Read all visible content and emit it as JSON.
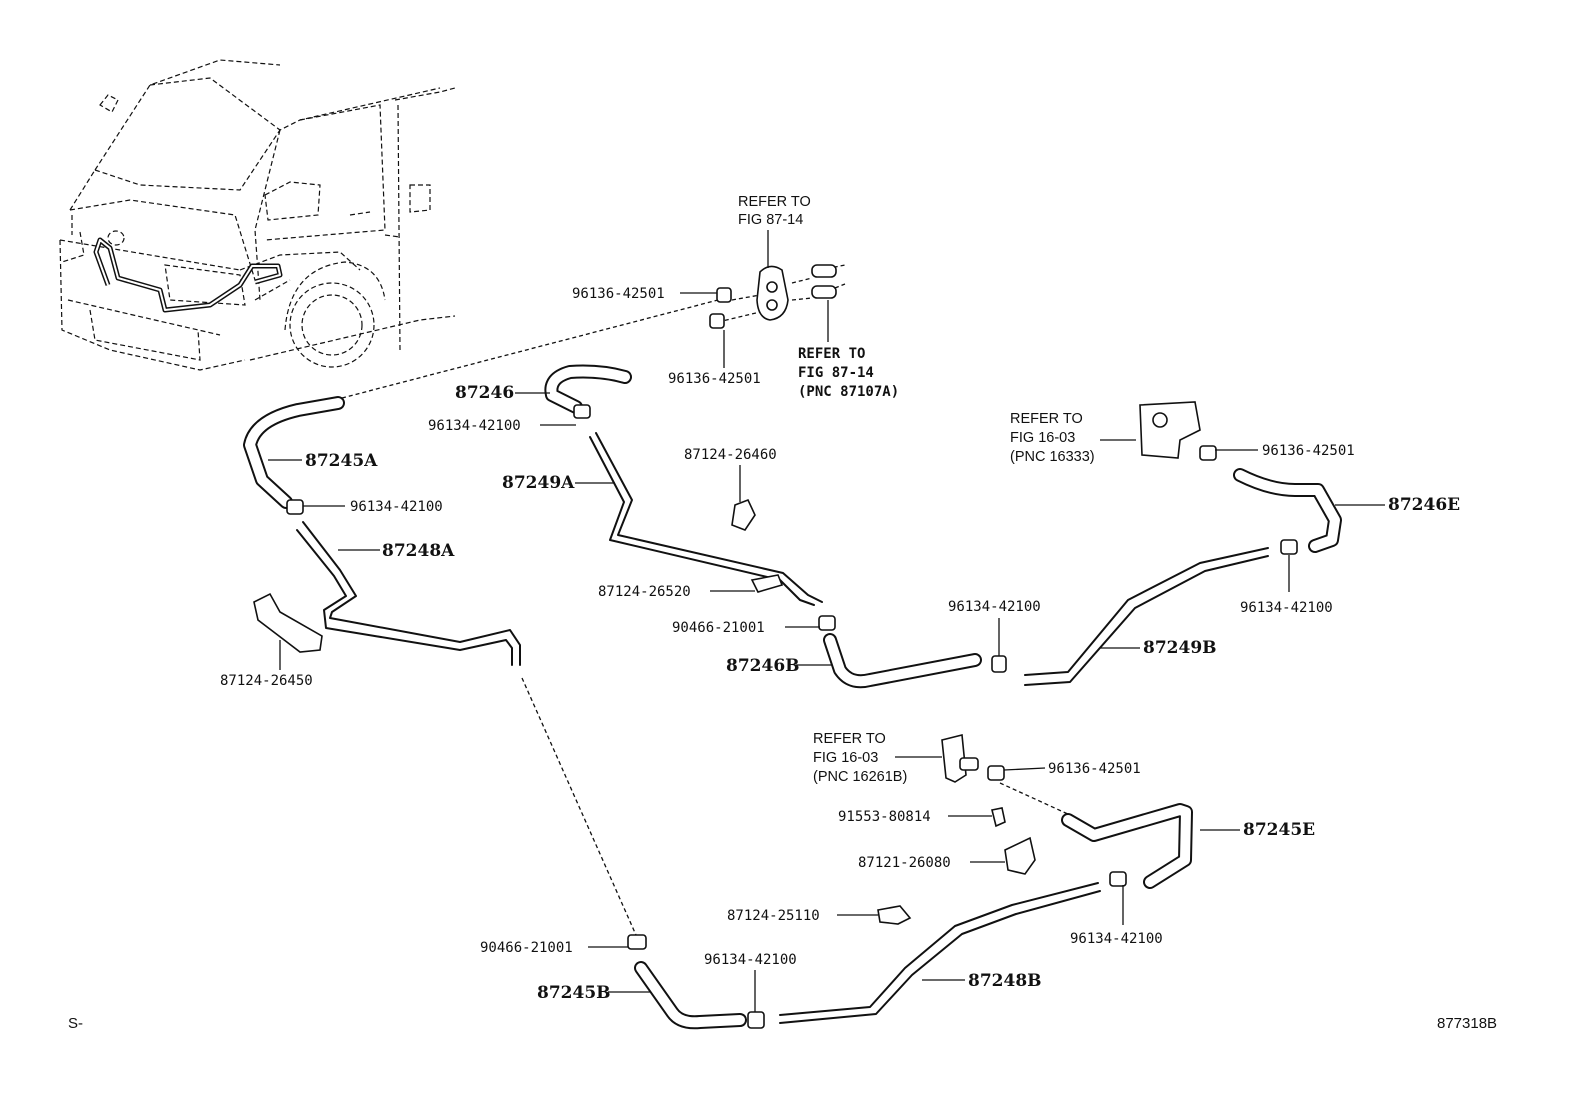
{
  "parts": {
    "p_96136_42501_a": "96136-42501",
    "p_96136_42501_b": "96136-42501",
    "p_96136_42501_c": "96136-42501",
    "p_96136_42501_d": "96136-42501",
    "p_87246": "87246",
    "p_96134_42100_a": "96134-42100",
    "p_96134_42100_b": "96134-42100",
    "p_96134_42100_c": "96134-42100",
    "p_96134_42100_d": "96134-42100",
    "p_96134_42100_e": "96134-42100",
    "p_96134_42100_f": "96134-42100",
    "p_87245A": "87245A",
    "p_87249A": "87249A",
    "p_87248A": "87248A",
    "p_87124_26460": "87124-26460",
    "p_87124_26520": "87124-26520",
    "p_90466_21001_a": "90466-21001",
    "p_90466_21001_b": "90466-21001",
    "p_87246B": "87246B",
    "p_87249B": "87249B",
    "p_87246E": "87246E",
    "p_87124_26450": "87124-26450",
    "p_91553_80814": "91553-80814",
    "p_87121_26080": "87121-26080",
    "p_87245E": "87245E",
    "p_87124_25110": "87124-25110",
    "p_87245B": "87245B",
    "p_87248B": "87248B"
  },
  "refs": {
    "r1_line1": "REFER TO",
    "r1_line2": "FIG 87-14",
    "r2_line1": "REFER TO",
    "r2_line2": "FIG 87-14",
    "r2_line3": "(PNC 87107A)",
    "r3_line1": "REFER TO",
    "r3_line2": "FIG 16-03",
    "r3_line3": "(PNC 16333)",
    "r4_line1": "REFER TO",
    "r4_line2": "FIG 16-03",
    "r4_line3": "(PNC 16261B)"
  },
  "footer": {
    "left": "S-",
    "right": "877318B"
  }
}
